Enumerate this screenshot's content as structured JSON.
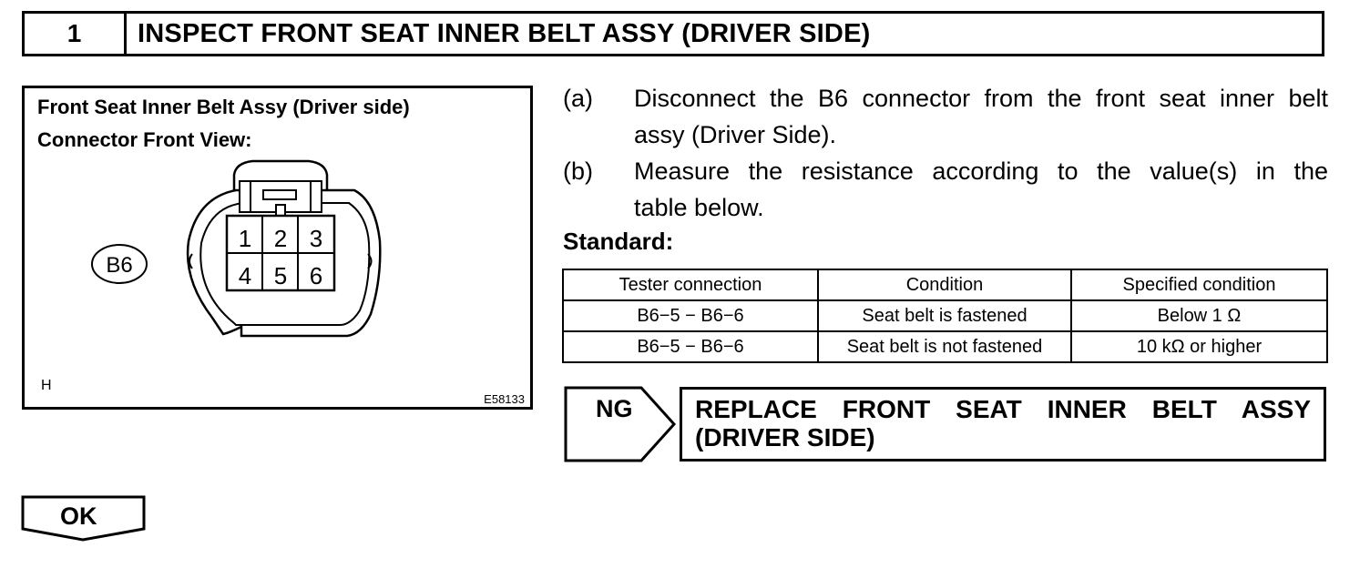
{
  "header": {
    "step_number": "1",
    "title": "INSPECT FRONT SEAT INNER BELT ASSY (DRIVER SIDE)"
  },
  "figure": {
    "caption_line1": "Front Seat Inner Belt Assy (Driver side)",
    "caption_line2": "Connector Front View:",
    "connector_label": "B6",
    "pins": [
      "1",
      "2",
      "3",
      "4",
      "5",
      "6"
    ],
    "corner_mark": "H",
    "figure_code": "E58133"
  },
  "instructions": [
    {
      "label": "(a)",
      "line1": "Disconnect the B6 connector from the front seat inner belt",
      "line2": "assy (Driver Side)."
    },
    {
      "label": "(b)",
      "line1": "Measure the resistance according to the value(s) in the",
      "line2": "table below."
    }
  ],
  "standard_label": "Standard:",
  "table": {
    "headers": [
      "Tester connection",
      "Condition",
      "Specified condition"
    ],
    "rows": [
      [
        "B6−5 − B6−6",
        "Seat belt is fastened",
        "Below 1 Ω"
      ],
      [
        "B6−5 − B6−6",
        "Seat belt is not fastened",
        "10 kΩ or higher"
      ]
    ]
  },
  "ng": {
    "label": "NG",
    "text_line1": "REPLACE FRONT SEAT INNER BELT ASSY",
    "text_line2": "(DRIVER SIDE)"
  },
  "ok": {
    "label": "OK"
  }
}
